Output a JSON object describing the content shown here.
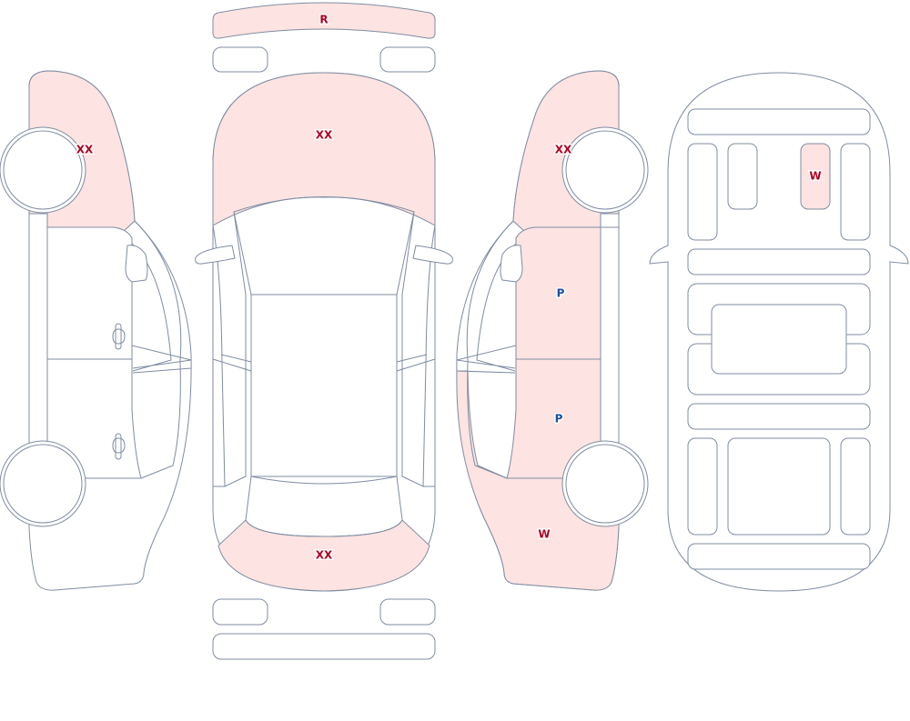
{
  "colors": {
    "outline": "#7f8ca3",
    "damage_fill": "#fde3e1",
    "code_red": "#b00020",
    "code_blue": "#1a4fa0"
  },
  "codes": {
    "rear_bumper": {
      "text": "R",
      "color": "#b00020"
    },
    "hood": {
      "text": "XX",
      "color": "#b00020"
    },
    "trunk": {
      "text": "XX",
      "color": "#b00020"
    },
    "left_front_fender": {
      "text": "XX",
      "color": "#b00020"
    },
    "right_front_fender": {
      "text": "XX",
      "color": "#b00020"
    },
    "right_front_door": {
      "text": "P",
      "color": "#1a4fa0"
    },
    "right_rear_door": {
      "text": "P",
      "color": "#1a4fa0"
    },
    "right_rear_quarter": {
      "text": "W",
      "color": "#b00020"
    },
    "interior_seat": {
      "text": "W",
      "color": "#b00020"
    }
  }
}
